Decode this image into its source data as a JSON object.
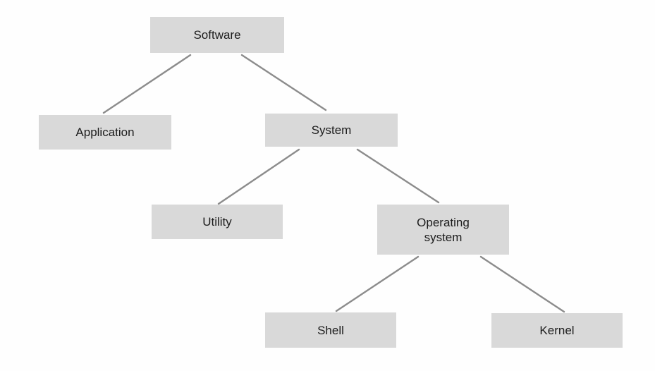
{
  "diagram": {
    "type": "hierarchy-tree",
    "colors": {
      "node_fill": "#d9d9d9",
      "connector": "#8c8c8c",
      "text": "#1c1c1c"
    },
    "nodes": {
      "software": "Software",
      "application": "Application",
      "system": "System",
      "utility": "Utility",
      "operating_system": "Operating\nsystem",
      "shell": "Shell",
      "kernel": "Kernel"
    },
    "edges": [
      [
        "software",
        "application"
      ],
      [
        "software",
        "system"
      ],
      [
        "system",
        "utility"
      ],
      [
        "system",
        "operating_system"
      ],
      [
        "operating_system",
        "shell"
      ],
      [
        "operating_system",
        "kernel"
      ]
    ]
  }
}
